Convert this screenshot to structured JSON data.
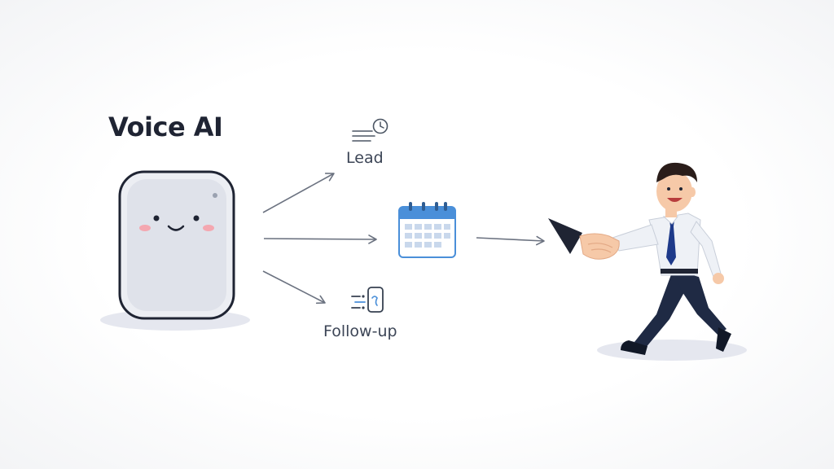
{
  "diagram": {
    "title": "Voice AI",
    "nodes": {
      "lead": {
        "label": "Lead",
        "icon": "lead-clock-icon"
      },
      "calendar": {
        "icon": "calendar-icon"
      },
      "followup": {
        "label": "Follow-up",
        "icon": "follow-up-phone-icon"
      },
      "device": {
        "icon": "smiling-voice-device-icon"
      },
      "person": {
        "icon": "businessman-handshake-icon"
      }
    },
    "colors": {
      "text_dark": "#1f2433",
      "arrow": "#6b7280",
      "calendar_blue": "#4a8fd9",
      "suit_navy": "#1f2a44",
      "tie": "#1e3a8a"
    }
  }
}
